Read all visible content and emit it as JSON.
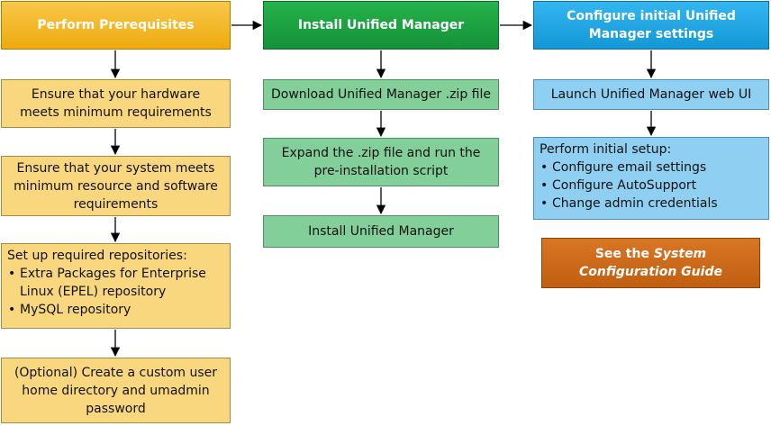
{
  "columns": [
    {
      "header": "Perform Prerequisites",
      "steps": [
        {
          "text": "Ensure that your hardware meets minimum requirements"
        },
        {
          "text": "Ensure that your system meets minimum resource and software requirements"
        },
        {
          "intro": "Set up required repositories:",
          "items": [
            "Extra Packages for Enterprise Linux (EPEL) repository",
            "MySQL repository"
          ]
        },
        {
          "text": "(Optional) Create a custom user home directory and umadmin password"
        }
      ]
    },
    {
      "header": "Install Unified Manager",
      "steps": [
        {
          "text": "Download Unified Manager .zip file"
        },
        {
          "text": "Expand the .zip file and run the pre-installation script"
        },
        {
          "text": "Install Unified Manager"
        }
      ]
    },
    {
      "header": "Configure initial Unified Manager settings",
      "steps": [
        {
          "text": "Launch Unified Manager web UI"
        },
        {
          "intro": "Perform initial setup:",
          "items": [
            "Configure email settings",
            "Configure AutoSupport",
            "Change admin credentials"
          ]
        }
      ]
    }
  ],
  "reference": {
    "prefix": "See the ",
    "title": "System Configuration Guide"
  },
  "colors": {
    "prereq_header": "#f2b31c",
    "prereq_step": "#f8d77e",
    "install_header": "#1aa040",
    "install_step": "#82cf9a",
    "configure_header": "#22a7e4",
    "configure_step": "#8fd0f2",
    "reference": "#cc6a18"
  }
}
